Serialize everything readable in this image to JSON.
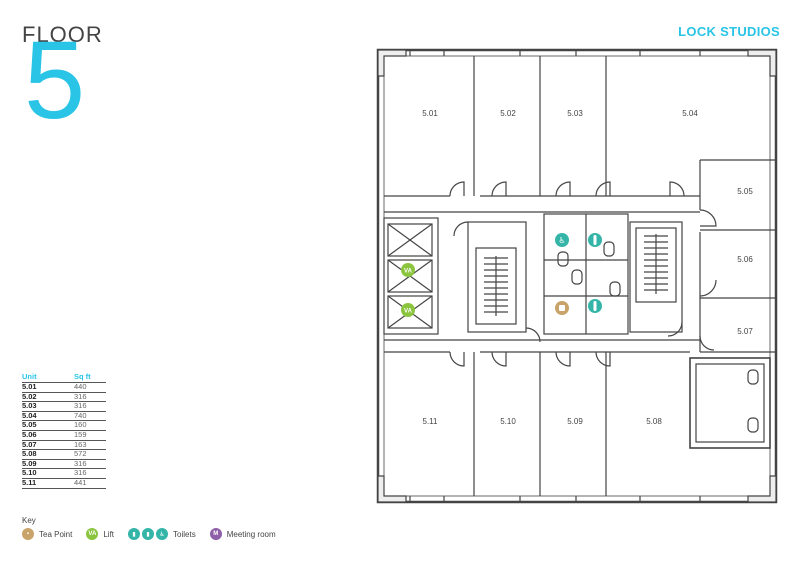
{
  "header": {
    "floor_word": "FLOOR",
    "floor_number": "5",
    "brand": "LOCK STUDIOS"
  },
  "units_table": {
    "col_unit": "Unit",
    "col_sqft": "Sq ft",
    "rows": [
      {
        "unit": "5.01",
        "sqft": "440"
      },
      {
        "unit": "5.02",
        "sqft": "316"
      },
      {
        "unit": "5.03",
        "sqft": "316"
      },
      {
        "unit": "5.04",
        "sqft": "740"
      },
      {
        "unit": "5.05",
        "sqft": "160"
      },
      {
        "unit": "5.06",
        "sqft": "159"
      },
      {
        "unit": "5.07",
        "sqft": "163"
      },
      {
        "unit": "5.08",
        "sqft": "572"
      },
      {
        "unit": "5.09",
        "sqft": "316"
      },
      {
        "unit": "5.10",
        "sqft": "316"
      },
      {
        "unit": "5.11",
        "sqft": "441"
      }
    ]
  },
  "rooms": {
    "r501": "5.01",
    "r502": "5.02",
    "r503": "5.03",
    "r504": "5.04",
    "r505": "5.05",
    "r506": "5.06",
    "r507": "5.07",
    "r508": "5.08",
    "r509": "5.09",
    "r510": "5.10",
    "r511": "5.11"
  },
  "key": {
    "title": "Key",
    "tea_point": "Tea Point",
    "lift": "Lift",
    "toilets": "Toilets",
    "meeting_room": "Meeting room",
    "lift_icon_text": "VA",
    "meeting_icon_text": "M"
  },
  "colors": {
    "accent": "#29c4e6",
    "tea": "#c9a46a",
    "lift": "#8bc53f",
    "toilets": "#35b5a8",
    "meeting": "#8e5fa8"
  }
}
